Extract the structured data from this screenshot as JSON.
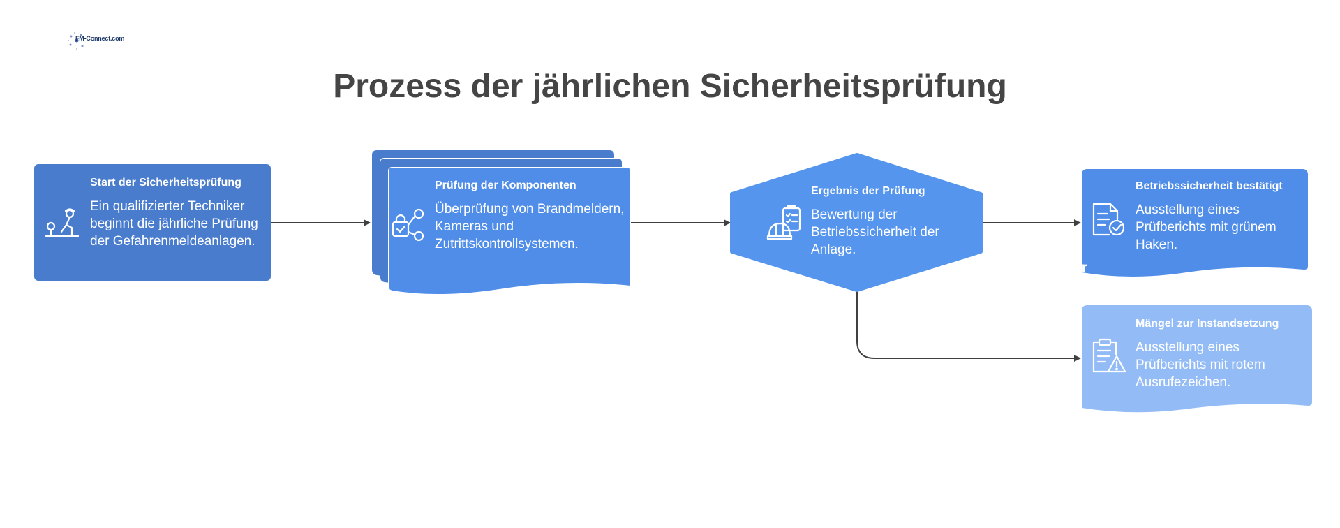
{
  "logo": {
    "text": "FM-Connect.com"
  },
  "title": "Prozess der jährlichen Sicherheitsprüfung",
  "colors": {
    "dark_blue": "#4a7ccd",
    "mid_blue": "#4f8de8",
    "bright_blue": "#5595ee",
    "light_blue": "#93bcf7",
    "arrow": "#404040",
    "title": "#454545"
  },
  "nodes": [
    {
      "id": "start",
      "shape": "rectangle",
      "icon": "technician-icon",
      "title": "Start der Sicherheitsprüfung",
      "body": "Ein qualifizierter Techniker beginnt die jährliche Prüfung der Gefahrenmeldeanlagen."
    },
    {
      "id": "components",
      "shape": "stacked-documents",
      "icon": "lock-network-icon",
      "title": "Prüfung der Komponenten",
      "body": "Überprüfung von Brandmeldern, Kameras und Zutrittskontrollsystemen."
    },
    {
      "id": "result",
      "shape": "hexagon",
      "icon": "hardhat-checklist-icon",
      "title": "Ergebnis der Prüfung",
      "body": "Bewertung der Betriebssicherheit der Anlage."
    },
    {
      "id": "confirmed",
      "shape": "document",
      "icon": "document-check-icon",
      "title": "Betriebssicherheit bestätigt",
      "body": "Ausstellung eines Prüfberichts mit grünem Haken."
    },
    {
      "id": "defects",
      "shape": "document",
      "icon": "clipboard-warning-icon",
      "title": "Mängel zur Instandsetzung",
      "body": "Ausstellung eines Prüfberichts mit rotem Ausrufezeichen."
    }
  ],
  "ghost_text": "er"
}
